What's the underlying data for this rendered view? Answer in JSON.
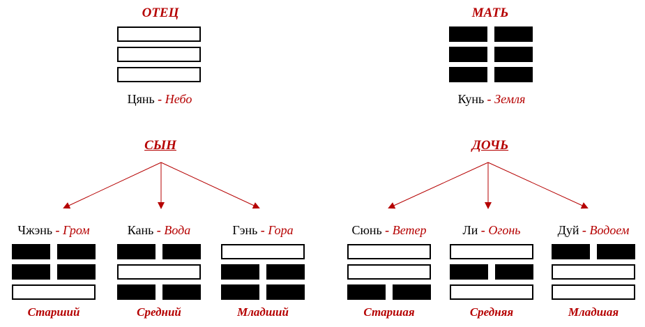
{
  "colors": {
    "accent": "#b50000",
    "line": "#000000"
  },
  "parents": [
    {
      "role": "ОТЕЦ",
      "name": "Цянь",
      "element": "Небо",
      "lines": [
        "yang",
        "yang",
        "yang"
      ]
    },
    {
      "role": "МАТЬ",
      "name": "Кунь",
      "element": "Земля",
      "lines": [
        "yin",
        "yin",
        "yin"
      ]
    }
  ],
  "groups": [
    {
      "title": "СЫН",
      "children": [
        {
          "name": "Чжэнь",
          "element": "Гром",
          "rank": "Старший",
          "lines": [
            "yin",
            "yin",
            "yang"
          ]
        },
        {
          "name": "Кань",
          "element": "Вода",
          "rank": "Средний",
          "lines": [
            "yin",
            "yang",
            "yin"
          ]
        },
        {
          "name": "Гэнь",
          "element": "Гора",
          "rank": "Младший",
          "lines": [
            "yang",
            "yin",
            "yin"
          ]
        }
      ]
    },
    {
      "title": "ДОЧЬ",
      "children": [
        {
          "name": "Сюнь",
          "element": "Ветер",
          "rank": "Старшая",
          "lines": [
            "yang",
            "yang",
            "yin"
          ]
        },
        {
          "name": "Ли",
          "element": "Огонь",
          "rank": "Средняя",
          "lines": [
            "yang",
            "yin",
            "yang"
          ]
        },
        {
          "name": "Дуй",
          "element": "Водоем",
          "rank": "Младшая",
          "lines": [
            "yin",
            "yang",
            "yang"
          ]
        }
      ]
    }
  ],
  "separator": "-"
}
